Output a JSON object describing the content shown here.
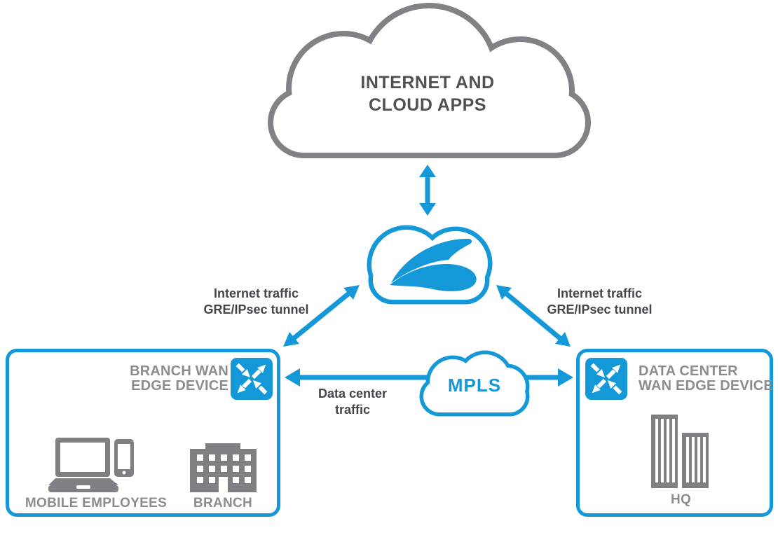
{
  "colors": {
    "primary_blue": "#1598d7",
    "cloud_outline_gray": "#808285",
    "icon_gray": "#7e8083",
    "dark_text": "#4f5157",
    "label_gray": "#8a8c8f",
    "background": "#ffffff"
  },
  "internet_cloud": {
    "line1": "INTERNET AND",
    "line2": "CLOUD APPS"
  },
  "mpls_cloud": {
    "label": "MPLS"
  },
  "links": {
    "tunnel_left": {
      "line1": "Internet traffic",
      "line2": "GRE/IPsec tunnel"
    },
    "tunnel_right": {
      "line1": "Internet traffic",
      "line2": "GRE/IPsec tunnel"
    },
    "dc_traffic": {
      "line1": "Data center",
      "line2": "traffic"
    }
  },
  "branch_box": {
    "title1": "BRANCH WAN",
    "title2": "EDGE DEVICE",
    "mobile_label": "MOBILE EMPLOYEES",
    "branch_label": "BRANCH"
  },
  "dc_box": {
    "title1": "DATA CENTER",
    "title2": "WAN EDGE DEVICE",
    "hq_label": "HQ"
  },
  "icons": {
    "internet": "internet-cloud-icon",
    "security_cloud": "zscaler-cloud-logo-icon",
    "mpls": "mpls-cloud-icon",
    "wan_edge": "router-icon",
    "mobile": "laptop-icon / smartphone-icon",
    "branch": "branch-building-icon",
    "hq": "hq-buildings-icon",
    "connections": "double-headed-arrow-icon"
  }
}
